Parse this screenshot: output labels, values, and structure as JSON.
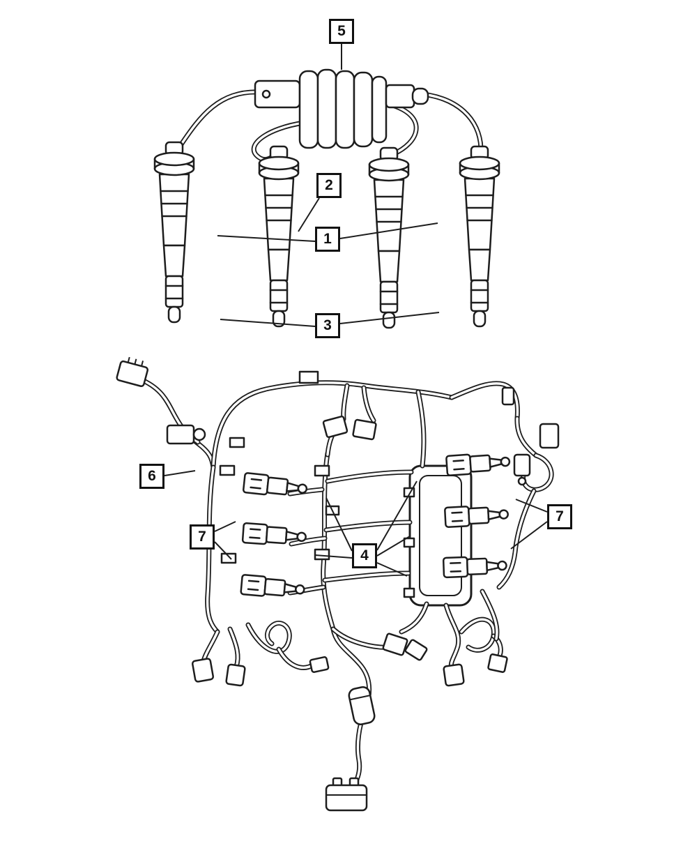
{
  "diagram": {
    "background": "#ffffff",
    "line_color": "#1d1d1d",
    "callouts": [
      "5",
      "2",
      "1",
      "3",
      "6",
      "7",
      "4",
      "7"
    ]
  }
}
